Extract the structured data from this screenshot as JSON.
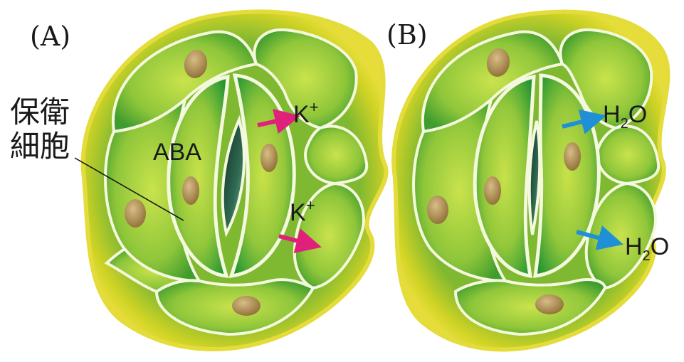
{
  "panels": [
    {
      "id": "A",
      "label": "(A)",
      "state": "closing",
      "annotations": {
        "guard_cell_label_line1": "保衛",
        "guard_cell_label_line2": "細胞",
        "hormone_label": "ABA",
        "ion_top": "K",
        "ion_top_charge": "+",
        "ion_bottom": "K",
        "ion_bottom_charge": "+"
      },
      "arrow_color": "#e0207a"
    },
    {
      "id": "B",
      "label": "(B)",
      "state": "closed",
      "annotations": {
        "water_top": "H",
        "water_top_sub": "2",
        "water_top_end": "O",
        "water_bottom": "H",
        "water_bottom_sub": "2",
        "water_bottom_end": "O"
      },
      "arrow_color": "#1f8fd6"
    }
  ],
  "colors": {
    "halo": "#d6d31b",
    "cell_fill": "#8cc43a",
    "cell_dark": "#2f9a30",
    "cell_light": "#c7e24a",
    "cell_border": "#f4f8dc",
    "nucleus": "#a8864a",
    "pore_dark": "#1a3b2e"
  }
}
